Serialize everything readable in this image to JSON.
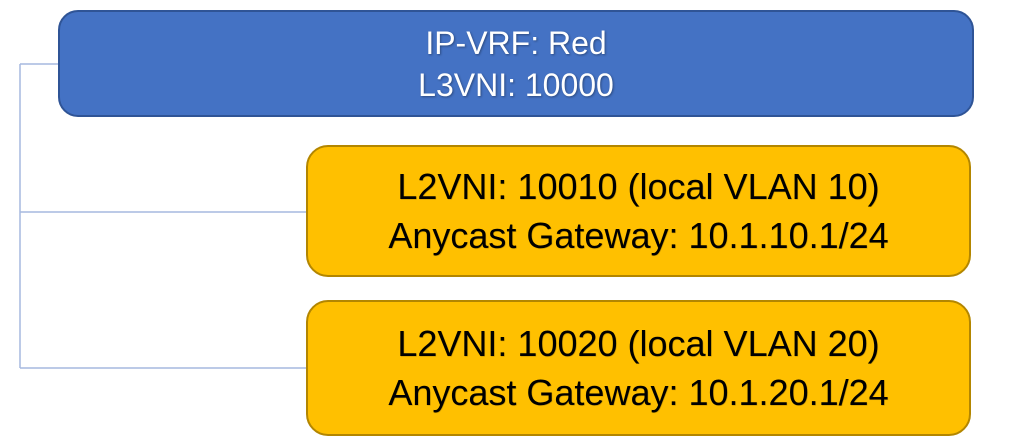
{
  "diagram": {
    "title_semantic": "EVPN VXLAN VRF / VNI hierarchy diagram",
    "vrf_box": {
      "line1": "IP-VRF: Red",
      "line2": "L3VNI: 10000"
    },
    "l2vni_boxes": [
      {
        "line1": "L2VNI: 10010 (local VLAN 10)",
        "line2": "Anycast Gateway: 10.1.10.1/24"
      },
      {
        "line1": "L2VNI: 10020 (local VLAN 20)",
        "line2": "Anycast Gateway: 10.1.20.1/24"
      }
    ],
    "colors": {
      "vrf_fill": "#4472C4",
      "vrf_border": "#2F5496",
      "vrf_text": "#FFFFFF",
      "l2vni_fill": "#FFC000",
      "l2vni_border": "#B38600",
      "l2vni_text": "#000000",
      "connector": "#A6B9DF",
      "background": "#FFFFFF"
    }
  }
}
